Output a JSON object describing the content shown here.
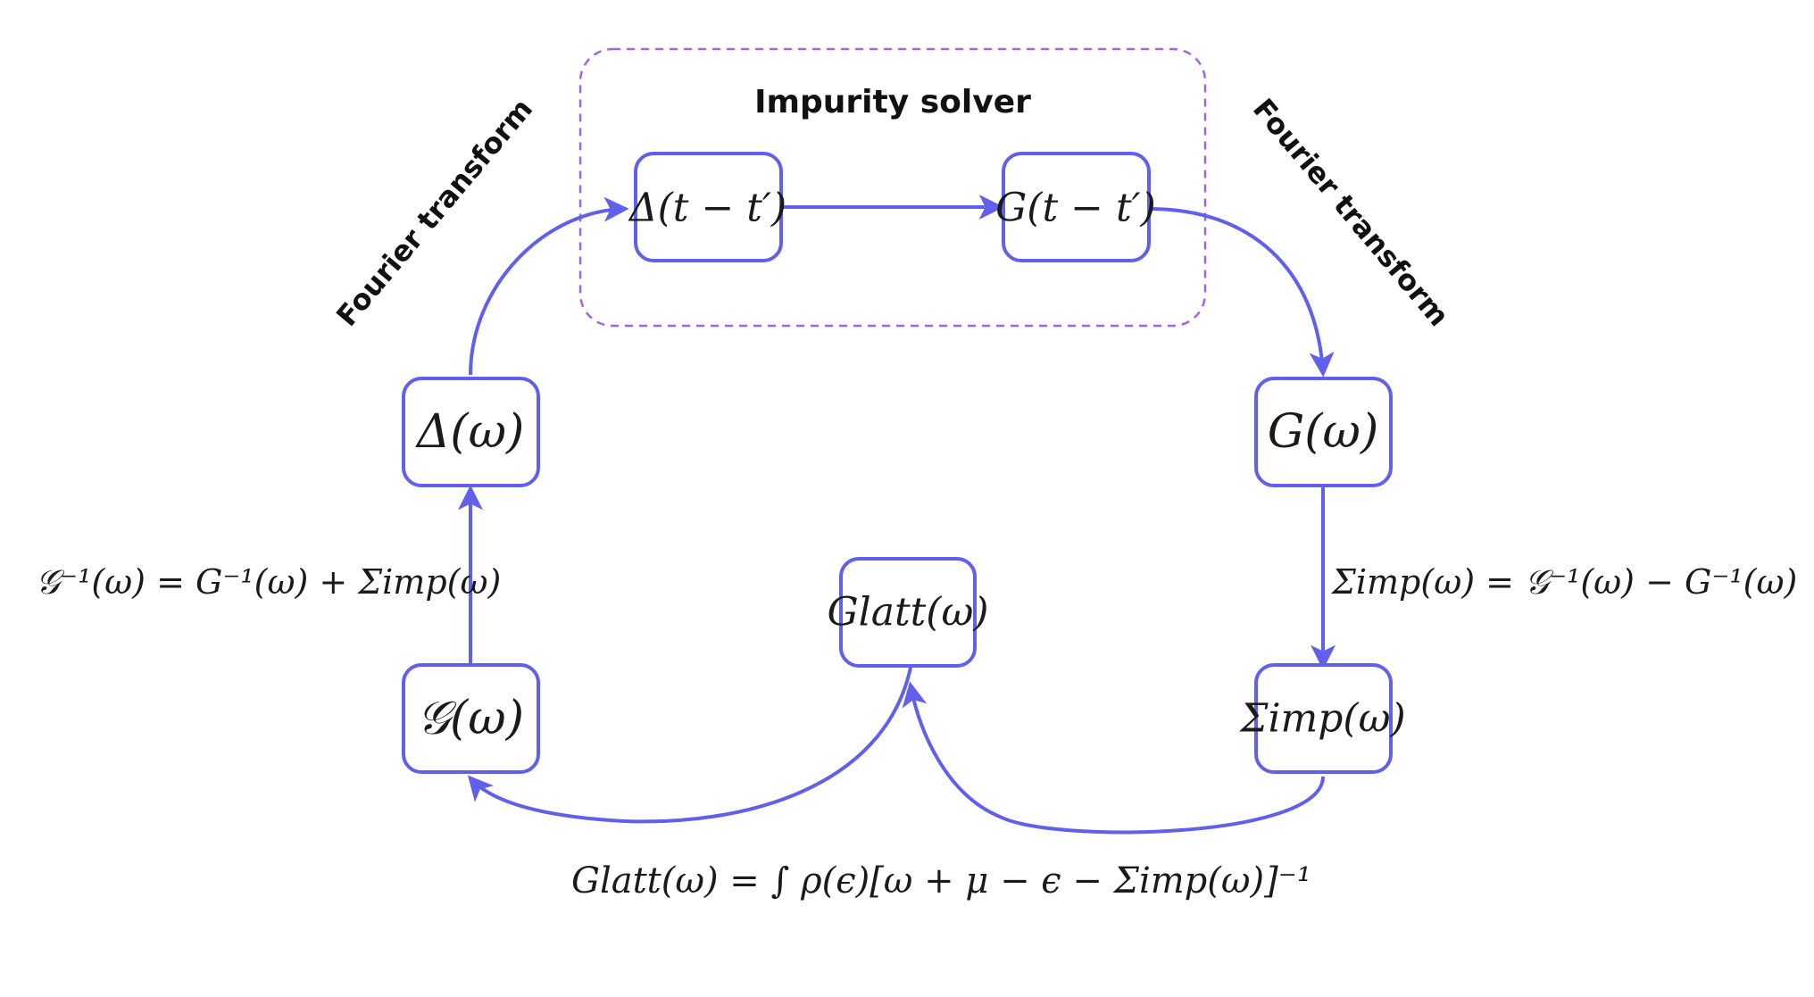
{
  "solver": {
    "title": "Impurity solver"
  },
  "transforms": {
    "left_label": "Fourier transform",
    "right_label": "Fourier transform"
  },
  "nodes": {
    "delta_t": "Δ(t − t′)",
    "g_t": "G(t − t′)",
    "delta_w": "Δ(ω)",
    "g_w": "G(ω)",
    "weiss_w": "𝒢(ω)",
    "sigma_w": "Σimp(ω)",
    "glatt_w": "Glatt(ω)"
  },
  "equations": {
    "left": "𝒢⁻¹(ω) = G⁻¹(ω) + Σimp(ω)",
    "right": "Σimp(ω) = 𝒢⁻¹(ω) − G⁻¹(ω)",
    "bottom": "Glatt(ω) = ∫ ρ(ϵ)[ω + μ − ϵ − Σimp(ω)]⁻¹"
  },
  "colors": {
    "edge": "#6060ec",
    "solver_border": "#a263e8"
  }
}
